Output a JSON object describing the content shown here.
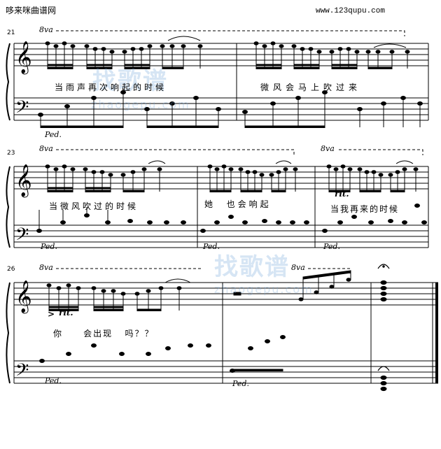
{
  "header": {
    "site_name": "哆来咪曲谱网",
    "site_url": "www.123qupu.com"
  },
  "watermark": {
    "big_text": "找歌谱",
    "small_text": "zhaogepu.com"
  },
  "systems": [
    {
      "measure_number": "21",
      "ottava": "8va",
      "lyrics": [
        "当雨声再次响起的时候",
        "微风会马上吹过来"
      ],
      "pedal": "Ped."
    },
    {
      "measure_number": "23",
      "ottava": "8va",
      "ottava_2": "8va",
      "lyrics": [
        "当微风吹过的时候",
        "她  也会响起",
        "当我再来的时候"
      ],
      "tempo_mark": "rit.",
      "pedal": "Ped."
    },
    {
      "measure_number": "26",
      "ottava": "8va",
      "lyrics": [
        "你     会出现   吗？？"
      ],
      "tempo_mark": "rit.",
      "accent": ">",
      "pedal": "Ped."
    }
  ]
}
